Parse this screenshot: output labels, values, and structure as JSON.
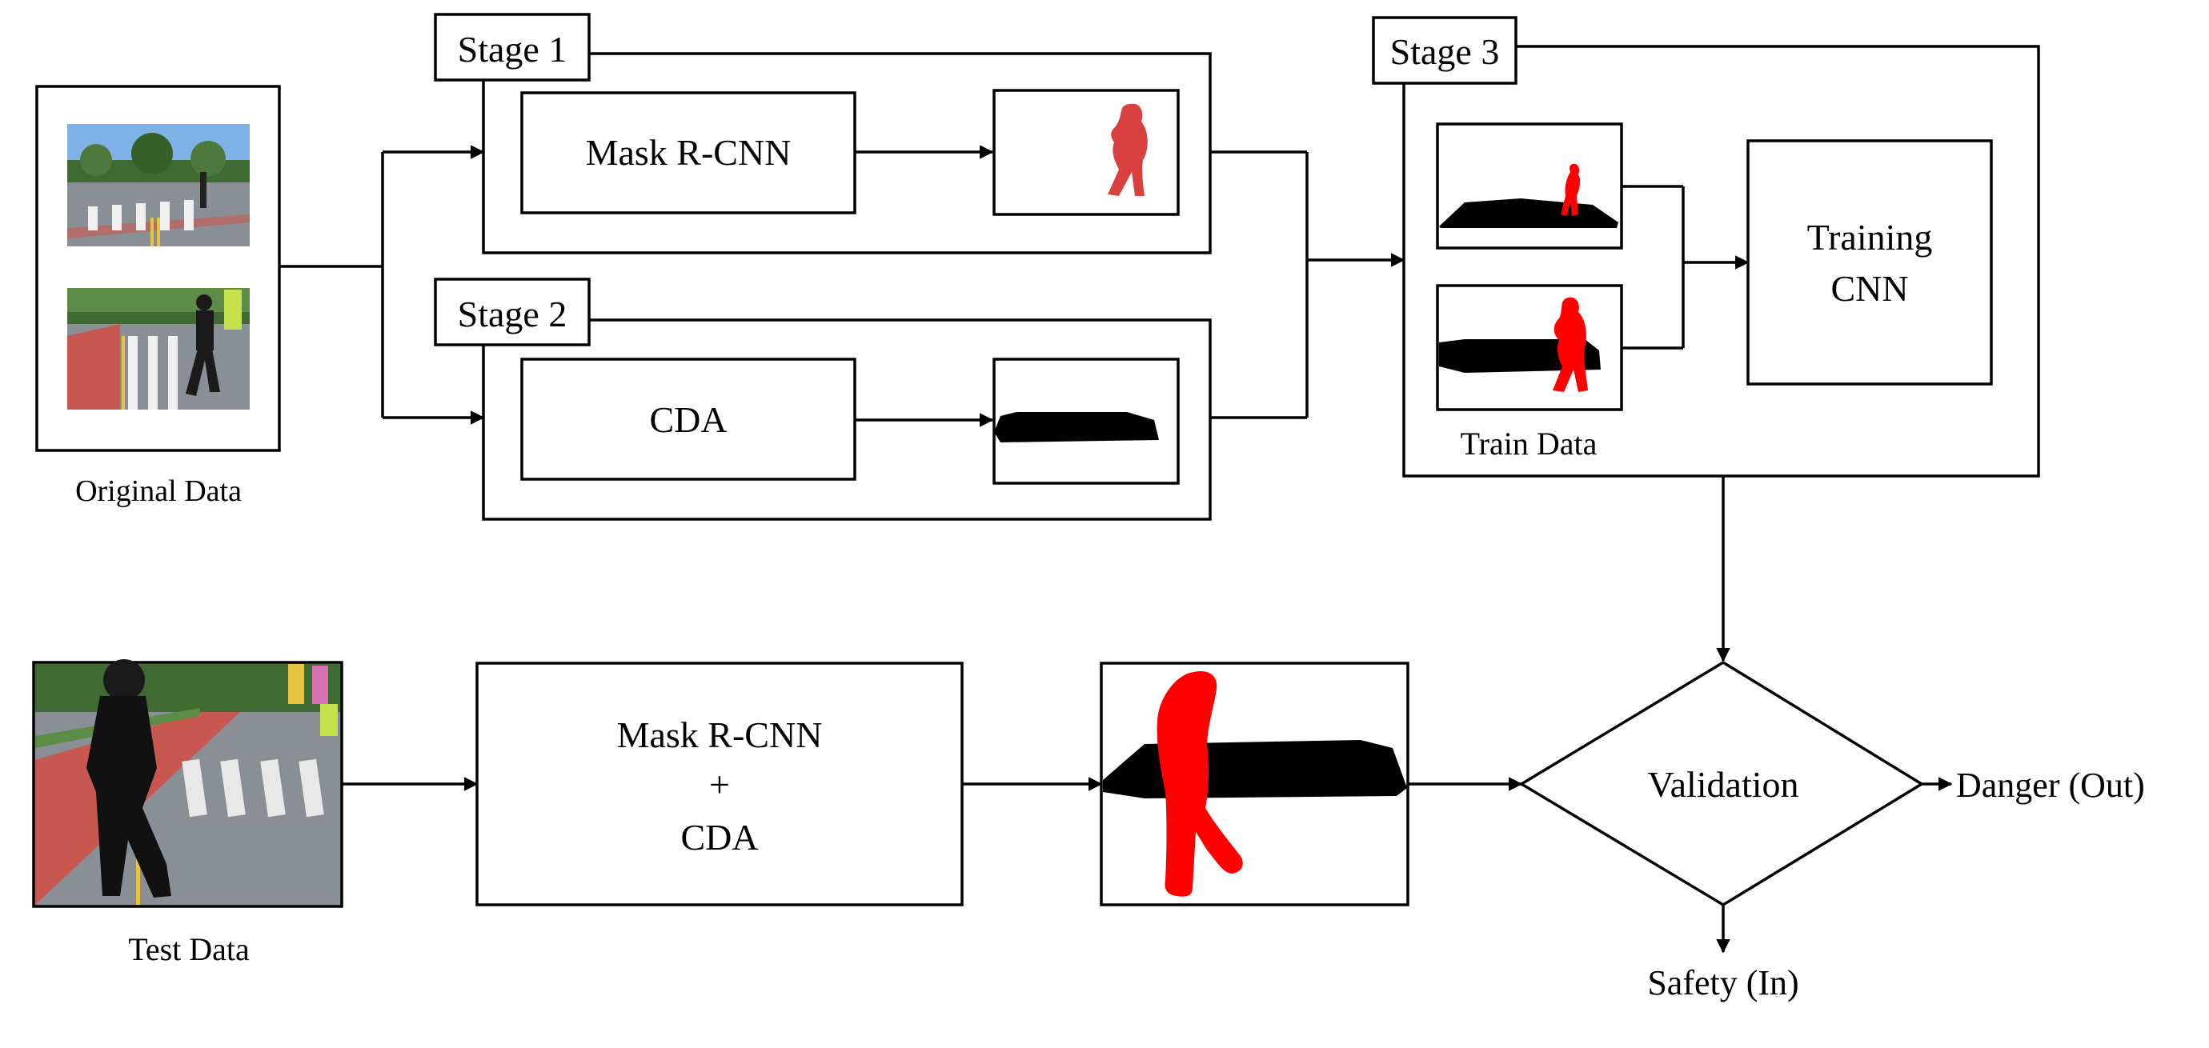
{
  "diagram": {
    "stage1": {
      "tab": "Stage 1",
      "module": "Mask R-CNN"
    },
    "stage2": {
      "tab": "Stage 2",
      "module": "CDA"
    },
    "stage3": {
      "tab": "Stage 3",
      "module_line1": "Training",
      "module_line2": "CNN",
      "caption": "Train Data"
    },
    "original_caption": "Original Data",
    "test_caption": "Test Data",
    "test_module": {
      "line1": "Mask R-CNN",
      "line2": "+",
      "line3": "CDA"
    },
    "decision": "Validation",
    "out_right": "Danger (Out)",
    "out_bottom": "Safety (In)"
  },
  "colors": {
    "mask_red": "#d94141",
    "bright_red": "#ff0000",
    "crosswalk_black": "#000000",
    "stroke": "#000000",
    "sky": "#7fb3e8",
    "tree_green": "#3f6b32",
    "road_gray": "#8a8f95",
    "bike_lane_red": "#c8584f",
    "lane_yellow": "#e8c340"
  },
  "icons": [
    "photo-crosswalk",
    "photo-pedestrian-crossing",
    "pedestrian-mask-silhouette",
    "crosswalk-mask-shape"
  ]
}
